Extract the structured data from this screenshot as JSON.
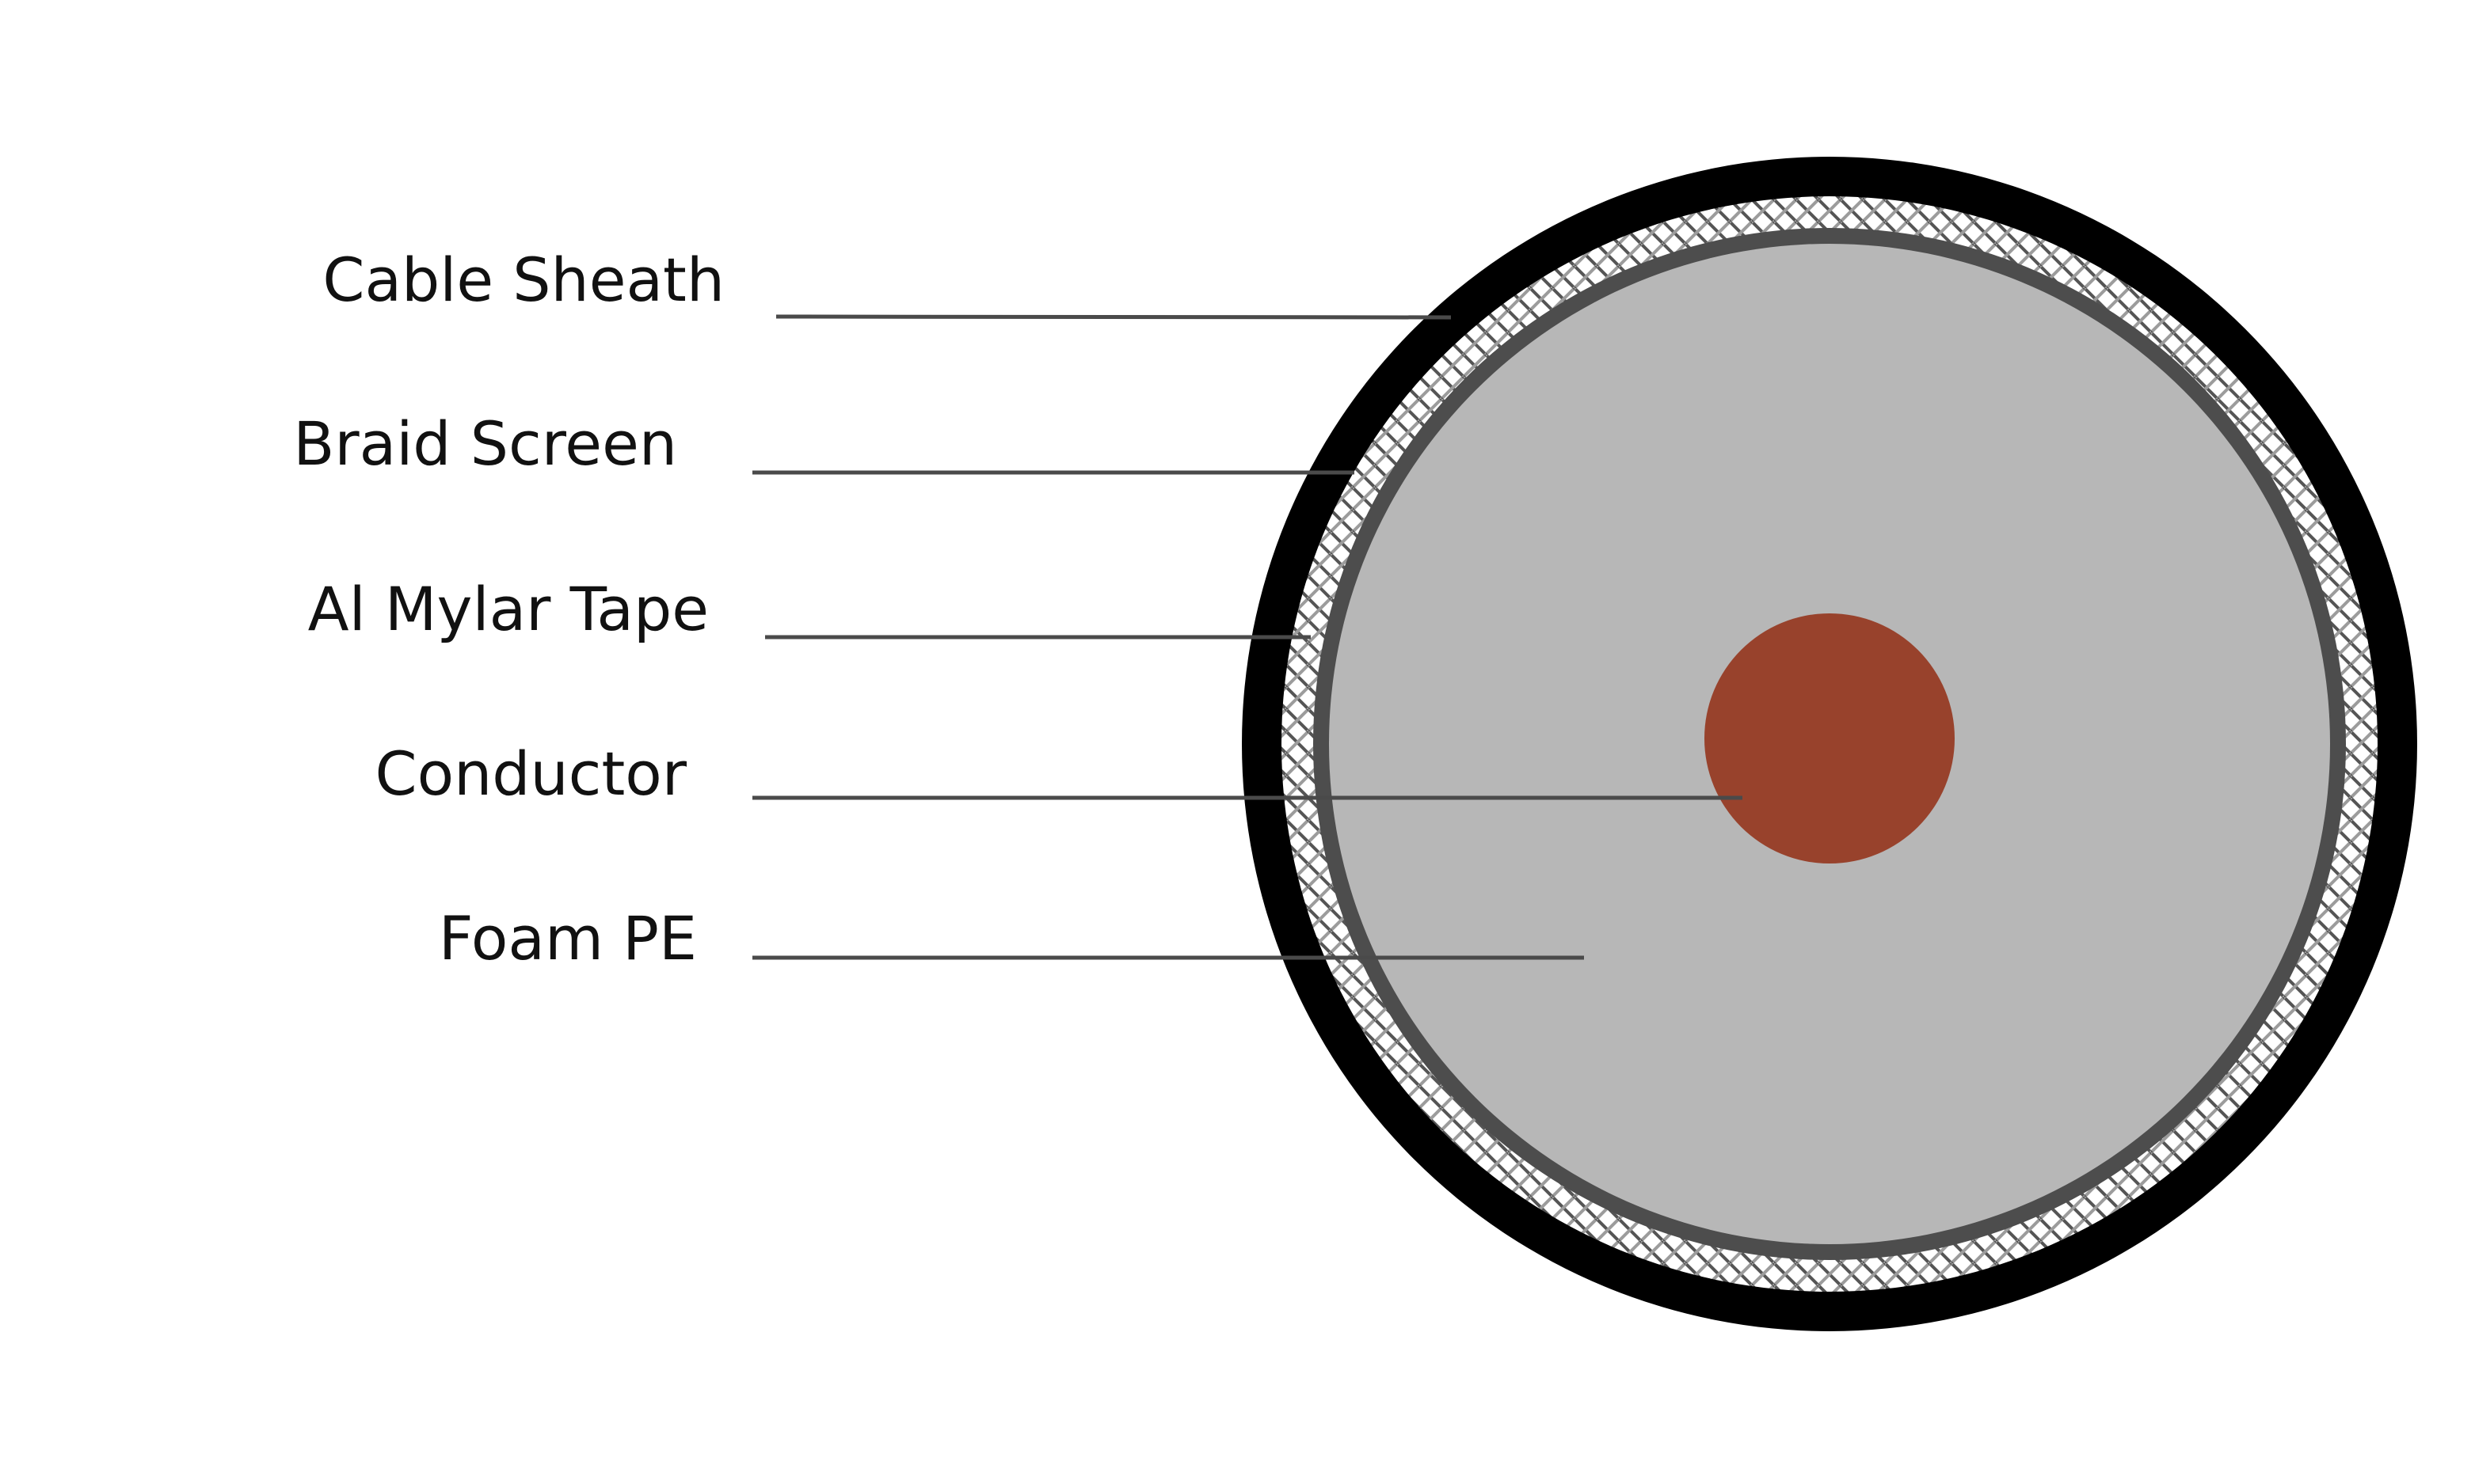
{
  "labels": {
    "cable_sheath": "Cable Sheath",
    "braid_screen": "Braid Screen",
    "al_mylar_tape": "Al Mylar Tape",
    "conductor": "Conductor",
    "foam_pe": "Foam PE"
  },
  "colors": {
    "sheath": "#000000",
    "braid_background": "#ffffff",
    "braid_dark_strand": "#555555",
    "braid_light_strand": "#9c9c9c",
    "mylar_tape": "#4d4d4d",
    "foam_pe": "#b7b7b7",
    "conductor": "#98422c",
    "leader_line": "#4a4a4a",
    "label_text": "#111111"
  }
}
